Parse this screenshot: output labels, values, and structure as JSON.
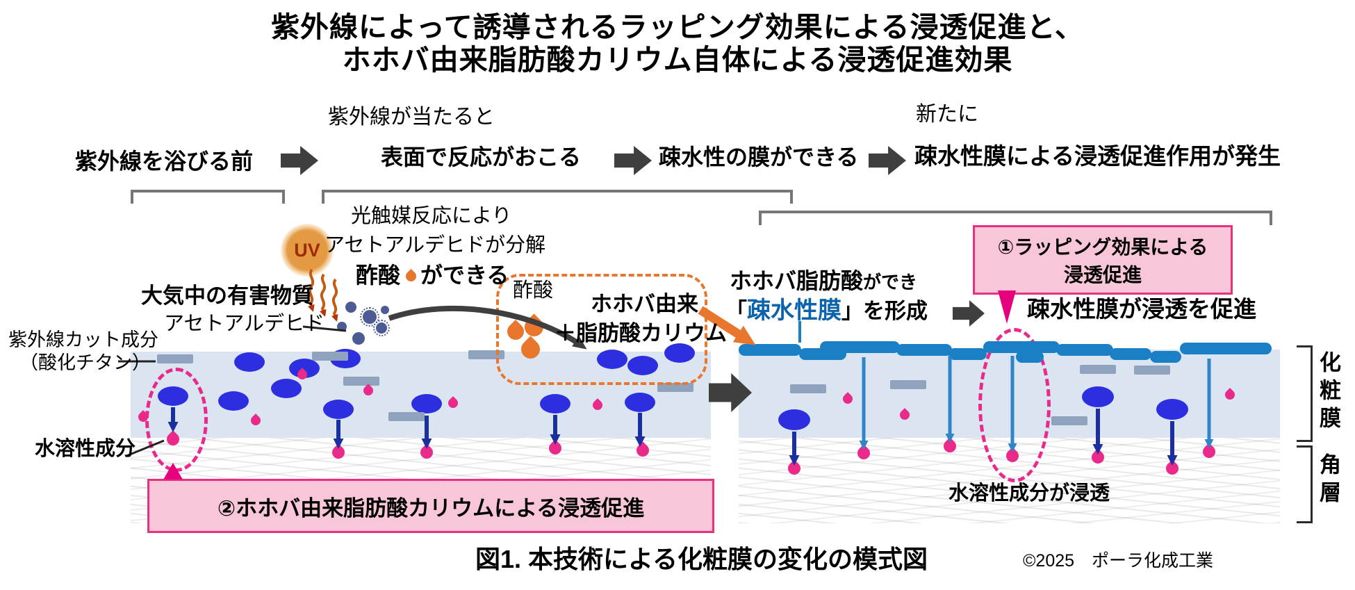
{
  "title": {
    "line1": "紫外線によって誘導されるラッピング効果による浸透促進と、",
    "line2": "ホホバ由来脂肪酸カリウム自体による浸透促進効果"
  },
  "flow": {
    "before": "紫外線を浴びる前",
    "hit_line1": "紫外線が当たると",
    "hit_line2": "表面で反応がおこる",
    "film_forms": "疎水性の膜ができる",
    "newly": "新たに",
    "promotion": "疎水性膜による浸透促進作用が発生"
  },
  "uv": {
    "label": "UV"
  },
  "photocatalysis": {
    "line1": "光触媒反応により",
    "line2": "アセトアルデヒドが分解",
    "acetic": "酢酸",
    "dekiru": "ができる"
  },
  "pollutant": {
    "title": "大気中の有害物質",
    "name": "アセトアルデヒド"
  },
  "uv_cut": {
    "line1": "紫外線カット成分",
    "line2": "（酸化チタン）"
  },
  "reaction_box": {
    "acetic": "酢酸",
    "jojoba": "ホホバ由来",
    "fatty": "＋脂肪酸カリウム"
  },
  "film_formation": {
    "pre": "ホホバ脂肪酸",
    "suffix": "ができ",
    "bracket_open": "「",
    "name": "疎水性膜",
    "bracket_close": "」",
    "rest": "を形成"
  },
  "callout1": {
    "line1": "①ラッピング効果による",
    "line2": "浸透促進"
  },
  "film_promote": "疎水性膜が浸透を促進",
  "callout2": "②ホホバ由来脂肪酸カリウムによる浸透促進",
  "water_soluble": {
    "label": "水溶性成分",
    "permeate": "水溶性成分が浸透"
  },
  "layers": {
    "cosmetic": "化粧膜",
    "corneum": "角層"
  },
  "caption": {
    "figure": "図1. 本技術による化粧膜の変化の模式図",
    "copyright": "©2025　ポーラ化成工業"
  },
  "colors": {
    "film_blue": "#1b7fc5",
    "deep_blue": "#2d2ee0",
    "navy": "#1c2f9e",
    "arrow_blue": "#2e86c8",
    "magenta": "#ea2a8a",
    "pink_border": "#e6317f",
    "pink_fill": "#f9c6d9",
    "orange": "#e8762d",
    "uv_orange": "#e49a43",
    "gray_bar": "#8fa3bf",
    "membrane": "#dbe5f1",
    "dark_arrow": "#3f3f3f",
    "blue_text": "#0b63ad"
  }
}
